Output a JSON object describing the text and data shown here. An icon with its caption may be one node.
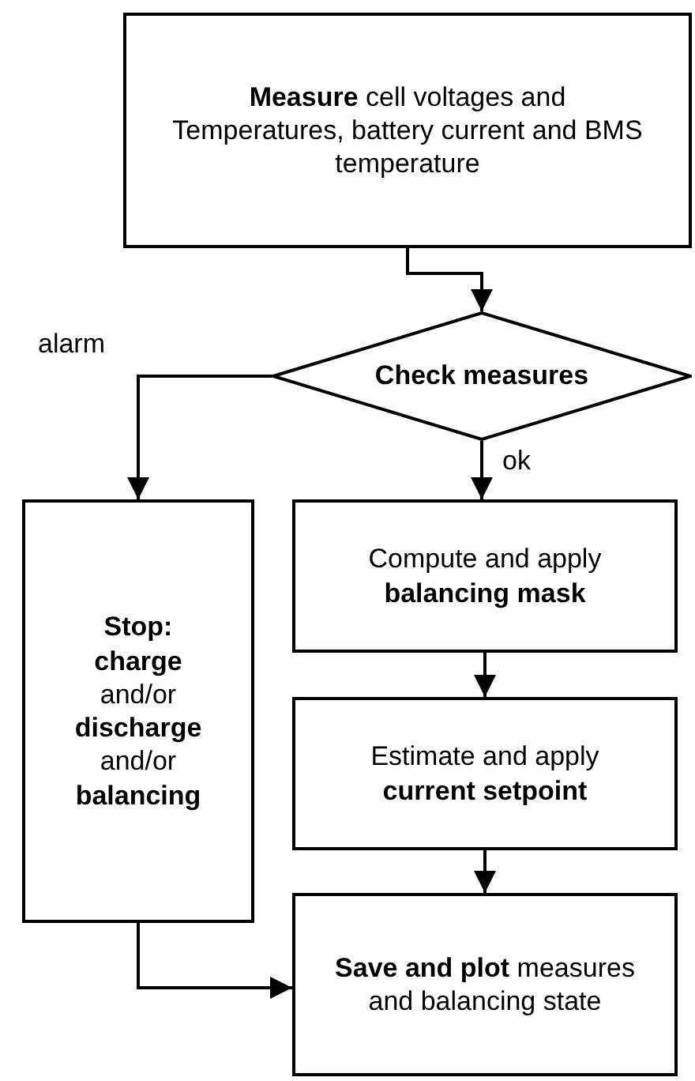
{
  "diagram": {
    "nodes": [
      {
        "text": [
          "**Measure** cell voltages and Temperatures, battery current and BMS temperature"
        ]
      },
      {
        "text": [
          "Check measures"
        ]
      },
      {
        "text": [
          "**Stop:** **charge** and/or **discharge** and/or **balancing**"
        ]
      },
      {
        "text": [
          "Compute and apply **balancing mask**"
        ]
      },
      {
        "text": [
          "Estimate and apply **current setpoint**"
        ]
      },
      {
        "text": [
          "**Save and plot** measures and balancing state"
        ]
      }
    ],
    "edges": [
      {
        "from": 0,
        "to": 1,
        "arrow": "to"
      },
      {
        "from": 1,
        "to": 2,
        "arrow": "to",
        "label": "alarm"
      },
      {
        "from": 1,
        "to": 3,
        "arrow": "to",
        "label": "ok"
      },
      {
        "from": 3,
        "to": 4,
        "arrow": "to"
      },
      {
        "from": 4,
        "to": 5,
        "arrow": "to"
      },
      {
        "from": 2,
        "to": 5,
        "arrow": "to"
      }
    ]
  }
}
